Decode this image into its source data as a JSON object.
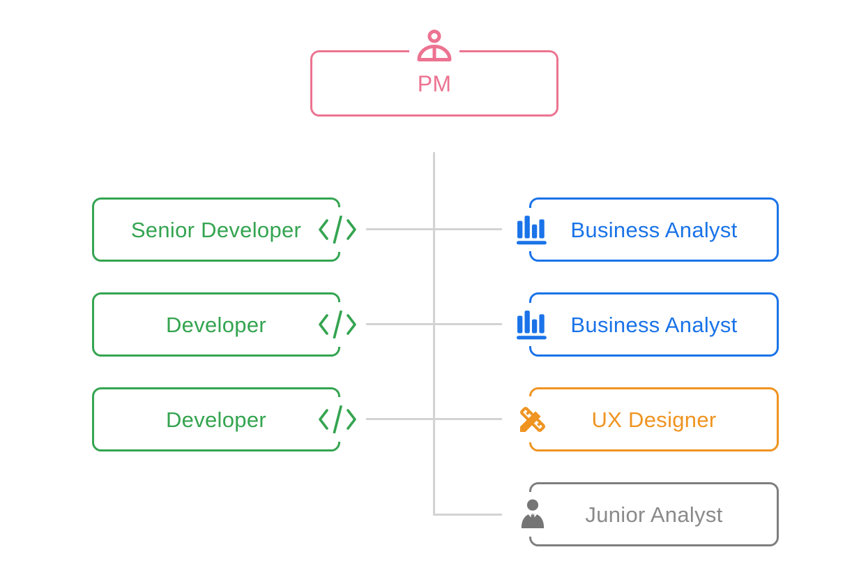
{
  "org_chart": {
    "root": {
      "label": "PM",
      "icon": "person-outline-icon",
      "color": "#EC7391"
    },
    "left_branch": [
      {
        "label": "Senior Developer",
        "icon": "code-icon",
        "color": "#34A450"
      },
      {
        "label": "Developer",
        "icon": "code-icon",
        "color": "#34A450"
      },
      {
        "label": "Developer",
        "icon": "code-icon",
        "color": "#34A450"
      }
    ],
    "right_branch": [
      {
        "label": "Business Analyst",
        "icon": "bar-chart-icon",
        "color": "#1A73E8"
      },
      {
        "label": "Business Analyst",
        "icon": "bar-chart-icon",
        "color": "#1A73E8"
      },
      {
        "label": "UX Designer",
        "icon": "design-services-icon",
        "color": "#EF9421"
      },
      {
        "label": "Junior Analyst",
        "icon": "business-person-icon",
        "color": "#808080"
      }
    ],
    "connector_color": "#D3D3D3",
    "background_color": "#FFFFFF"
  }
}
